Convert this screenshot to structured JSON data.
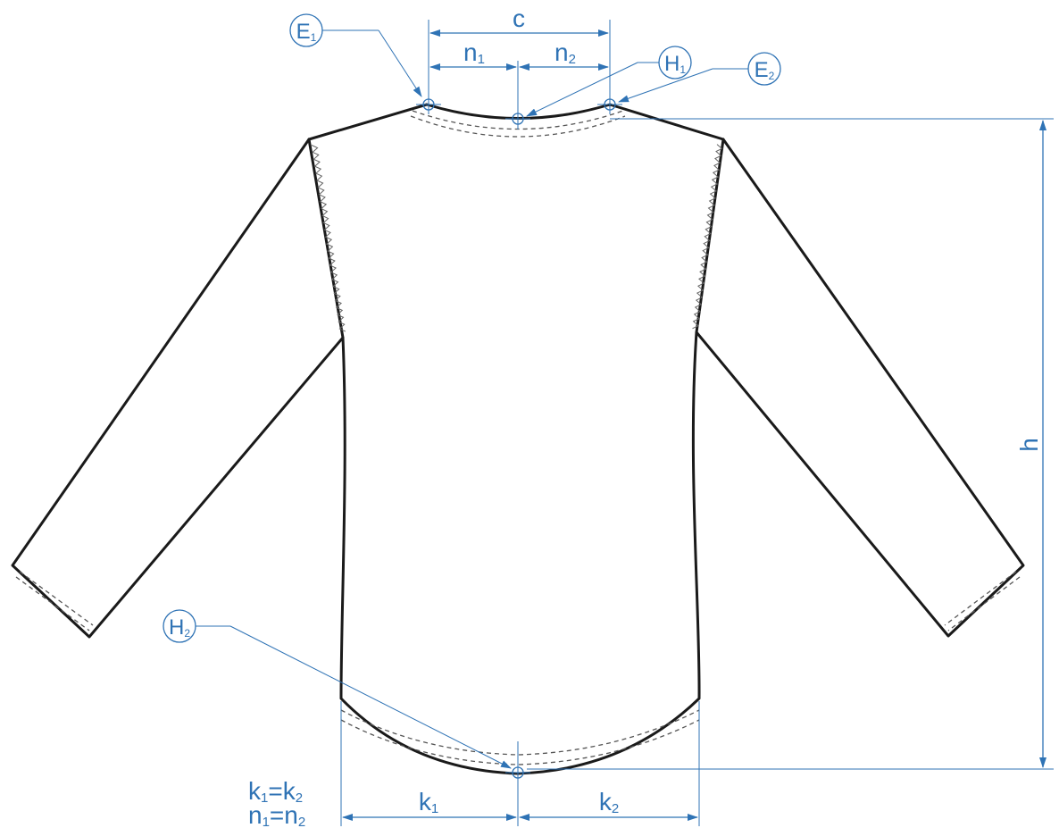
{
  "points": {
    "E1": {
      "main": "E",
      "sub": "1"
    },
    "E2": {
      "main": "E",
      "sub": "2"
    },
    "H1": {
      "main": "H",
      "sub": "1"
    },
    "H2": {
      "main": "H",
      "sub": "2"
    }
  },
  "dimensions": {
    "c": {
      "main": "c"
    },
    "h": {
      "main": "h"
    },
    "n1": {
      "main": "n",
      "sub": "1"
    },
    "n2": {
      "main": "n",
      "sub": "2"
    },
    "k1": {
      "main": "k",
      "sub": "1"
    },
    "k2": {
      "main": "k",
      "sub": "2"
    }
  },
  "equations": {
    "k": {
      "lhs": "k",
      "lhs_sub": "1",
      "eq": "=",
      "rhs": "k",
      "rhs_sub": "2"
    },
    "n": {
      "lhs": "n",
      "lhs_sub": "1",
      "eq": "=",
      "rhs": "n",
      "rhs_sub": "2"
    }
  },
  "colors": {
    "dimension": "#2f73b5",
    "outline": "#1a1a1a",
    "stitch": "#555555"
  }
}
